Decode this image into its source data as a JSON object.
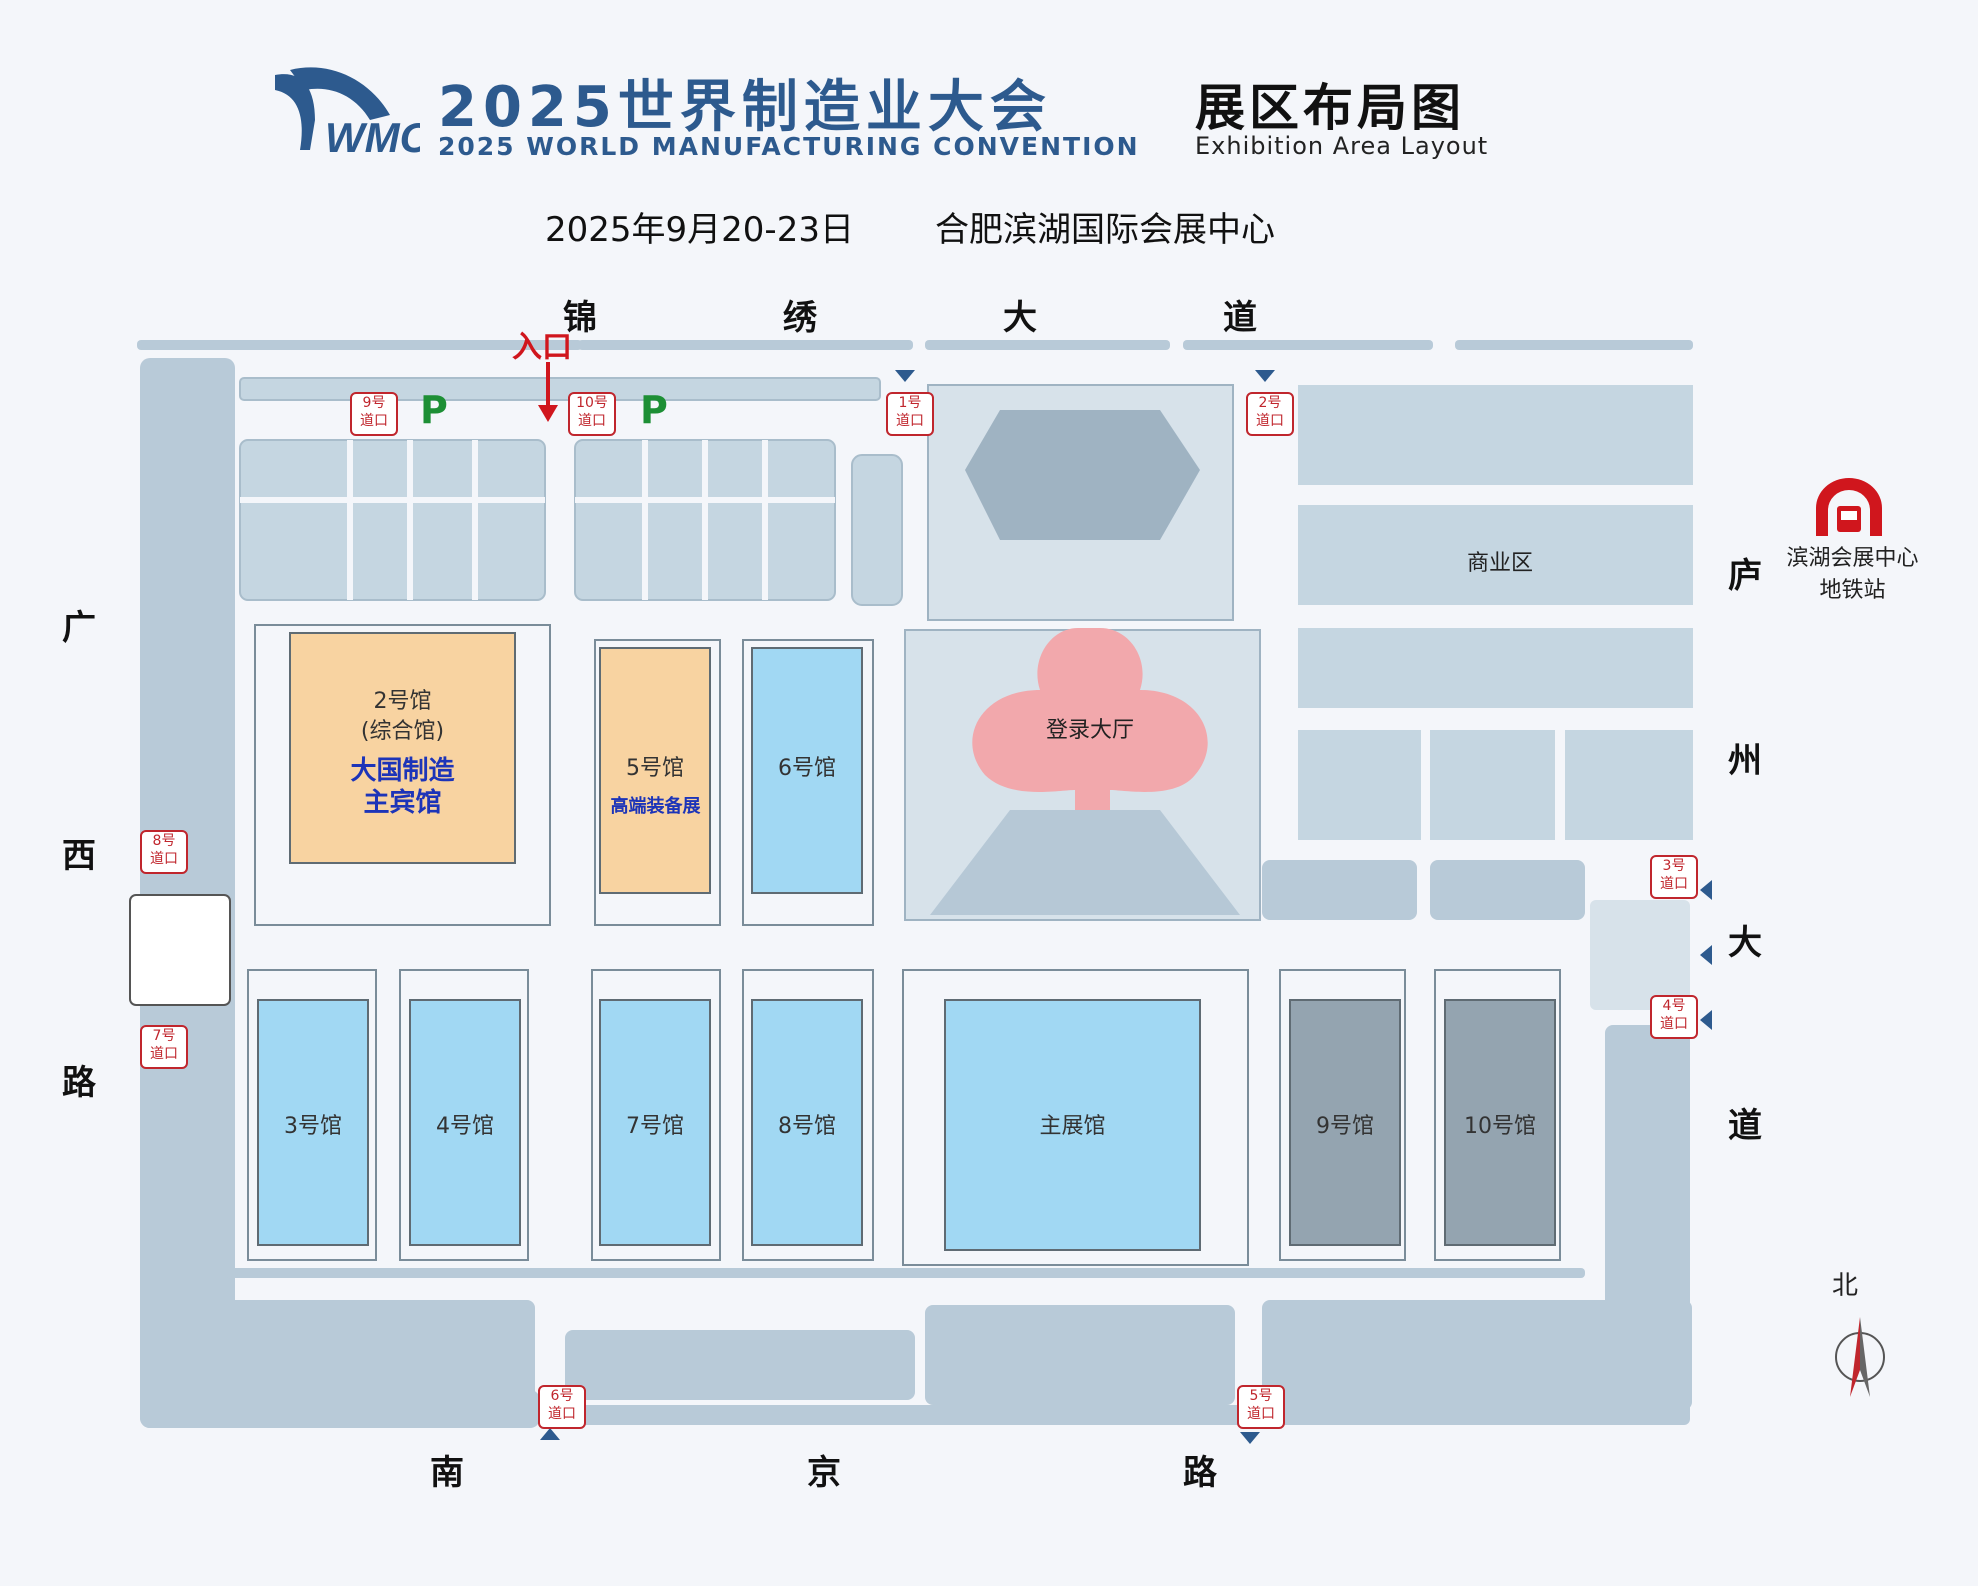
{
  "header": {
    "title_cn": "2025世界制造业大会",
    "title_en": "2025 WORLD MANUFACTURING CONVENTION",
    "layout_cn": "展区布局图",
    "layout_en": "Exhibition Area Layout",
    "date": "2025年9月20-23日",
    "venue": "合肥滨湖国际会展中心"
  },
  "roads": {
    "north": [
      "锦",
      "绣",
      "大",
      "道"
    ],
    "west": [
      "广",
      "西",
      "路"
    ],
    "east": [
      "庐",
      "州",
      "大",
      "道"
    ],
    "south": [
      "南",
      "京",
      "路"
    ]
  },
  "entrance": "入口",
  "gates": [
    {
      "line1": "9号",
      "line2": "道口"
    },
    {
      "line1": "10号",
      "line2": "道口"
    },
    {
      "line1": "1号",
      "line2": "道口"
    },
    {
      "line1": "2号",
      "line2": "道口"
    },
    {
      "line1": "8号",
      "line2": "道口"
    },
    {
      "line1": "7号",
      "line2": "道口"
    },
    {
      "line1": "3号",
      "line2": "道口"
    },
    {
      "line1": "4号",
      "line2": "道口"
    },
    {
      "line1": "6号",
      "line2": "道口"
    },
    {
      "line1": "5号",
      "line2": "道口"
    }
  ],
  "parking": [
    "P",
    "P"
  ],
  "halls": {
    "h2": {
      "name": "2号馆",
      "sub": "(综合馆)",
      "feature1": "大国制造",
      "feature2": "主宾馆"
    },
    "h5": {
      "name": "5号馆",
      "feature": "高端装备展"
    },
    "h6": {
      "name": "6号馆"
    },
    "h3": {
      "name": "3号馆"
    },
    "h4": {
      "name": "4号馆"
    },
    "h7": {
      "name": "7号馆"
    },
    "h8": {
      "name": "8号馆"
    },
    "main": {
      "name": "主展馆"
    },
    "h9": {
      "name": "9号馆"
    },
    "h10": {
      "name": "10号馆"
    }
  },
  "registration": "登录大厅",
  "commercial": "商业区",
  "metro": {
    "line1": "滨湖会展中心",
    "line2": "地铁站"
  },
  "compass": "北",
  "colors": {
    "orange_hall": "#f8d3a1",
    "blue_hall": "#a1d8f3",
    "grey_hall": "#94a4b0",
    "registration": "#f2a8ac",
    "block": "#c5d6e1",
    "road": "#b8cad8",
    "accent_red": "#c0262d",
    "brand_blue": "#2d5a8e",
    "parking_green": "#1d8f35"
  }
}
